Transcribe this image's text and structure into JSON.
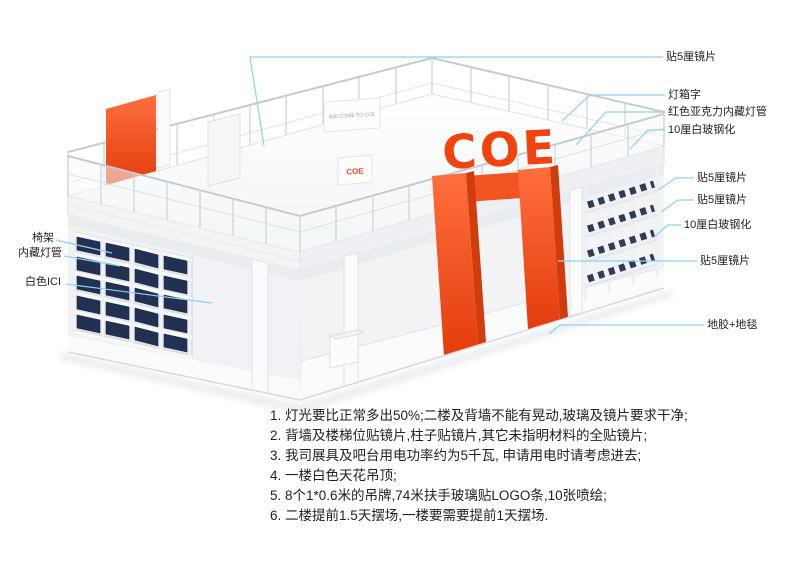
{
  "signs": {
    "logo": "COE",
    "welcome": "WELCOME TO COE",
    "mini_logo": "COE"
  },
  "colors": {
    "accent_orange": "#F0481F",
    "navy_box": "#223052",
    "leader_line": "#8ED2EF",
    "label_text": "#222222"
  },
  "callouts": [
    {
      "id": "mirror-top",
      "text": "贴5厘镜片"
    },
    {
      "id": "lightbox-letters",
      "text": "灯箱字"
    },
    {
      "id": "red-acrylic-lamp",
      "text": "红色亚克力内藏灯管"
    },
    {
      "id": "tempered-glass-top",
      "text": "10厘白玻钢化"
    },
    {
      "id": "mirror-right-1",
      "text": "贴5厘镜片"
    },
    {
      "id": "mirror-right-2",
      "text": "贴5厘镜片"
    },
    {
      "id": "tempered-glass-right",
      "text": "10厘白玻钢化"
    },
    {
      "id": "mirror-front",
      "text": "贴5厘镜片"
    },
    {
      "id": "floor-covering",
      "text": "地胶+地毯"
    },
    {
      "id": "chair-rack",
      "text": "椅架"
    },
    {
      "id": "hidden-lamp",
      "text": "内藏灯管"
    },
    {
      "id": "white-ici",
      "text": "白色ICI"
    }
  ],
  "notes": [
    "1. 灯光要比正常多出50%;二楼及背墙不能有晃动,玻璃及镜片要求干净;",
    "2. 背墙及楼梯位贴镜片,柱子贴镜片,其它未指明材料的全贴镜片;",
    "3. 我司展具及吧台用电功率约为5千瓦, 申请用电时请考虑进去;",
    "4. 一楼白色天花吊顶;",
    "5. 8个1*0.6米的吊牌,74米扶手玻璃贴LOGO条,10张喷绘;",
    "6. 二楼提前1.5天摆场,一楼要需要提前1天摆场."
  ]
}
